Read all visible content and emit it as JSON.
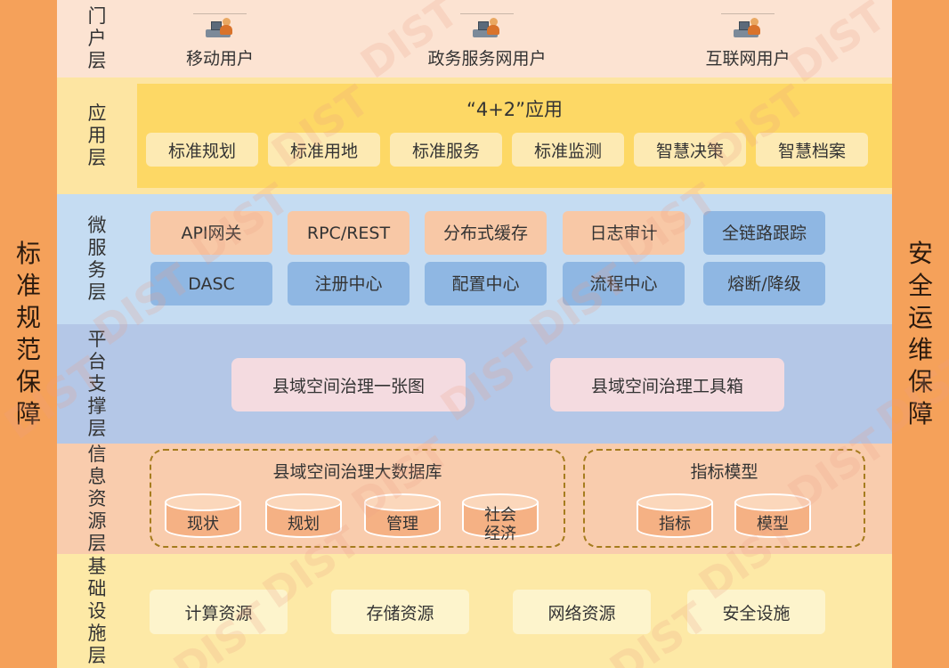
{
  "left_side": "标准规范保障",
  "right_side": "安全运维保障",
  "portal": {
    "label": "门户层",
    "users": [
      "移动用户",
      "政务服务网用户",
      "互联网用户"
    ]
  },
  "app": {
    "label": "应用层",
    "title": "“4+2”应用",
    "items": [
      "标准规划",
      "标准用地",
      "标准服务",
      "标准监测",
      "智慧决策",
      "智慧档案"
    ]
  },
  "micro": {
    "label": "微服务层",
    "row1": [
      "API网关",
      "RPC/REST",
      "分布式缓存",
      "日志审计",
      "全链路跟踪"
    ],
    "row2": [
      "DASC",
      "注册中心",
      "配置中心",
      "流程中心",
      "熔断/降级"
    ]
  },
  "platform": {
    "label": "平台支撑层",
    "items": [
      "县域空间治理一张图",
      "县域空间治理工具箱"
    ]
  },
  "info": {
    "label": "信息资源层",
    "db_title": "县域空间治理大数据库",
    "db_items": [
      "现状",
      "规划",
      "管理",
      "社会经济"
    ],
    "model_title": "指标模型",
    "model_items": [
      "指标",
      "模型"
    ]
  },
  "infra": {
    "label": "基础设施层",
    "items": [
      "计算资源",
      "存储资源",
      "网络资源",
      "安全设施"
    ]
  },
  "watermark": "DIST",
  "colors": {
    "side": "#f5a15a",
    "portal_bg": "#fce3d2",
    "app_bg": "#fde5a2",
    "app_panel": "#fdd865",
    "micro_bg": "#c5dcf2",
    "platform_bg": "#b4c7e7",
    "info_bg": "#f9ccad",
    "infra_bg": "#fde9a6"
  }
}
